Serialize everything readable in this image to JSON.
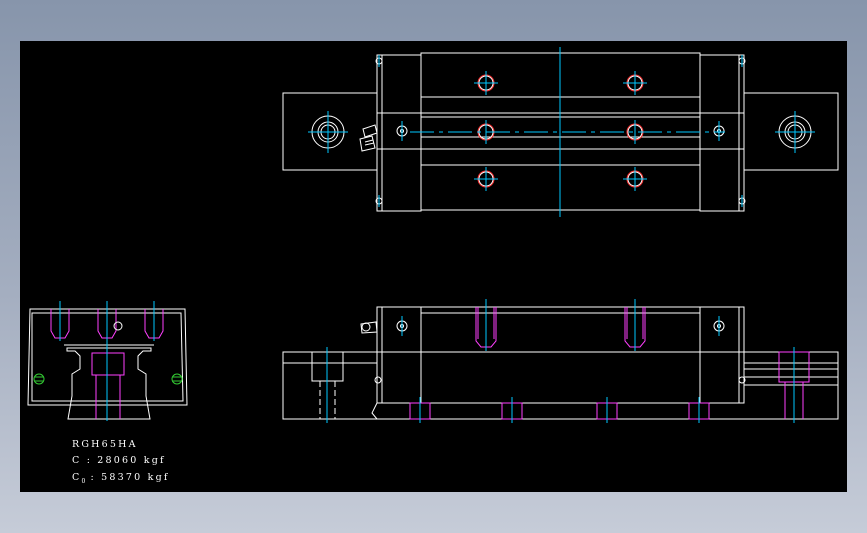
{
  "model": "RGH65HA",
  "dynamic_load": "C : 28060 kgf",
  "static_load_prefix": "C",
  "static_load_subscript": "0",
  "static_load_value": ": 58370 kgf",
  "colors": {
    "background": "#000000",
    "line": "#ffffff",
    "centerline": "#00c8ff",
    "hidden": "#ff40ff",
    "hole_accent": "#ff3030",
    "nipple": "#33cc33"
  }
}
